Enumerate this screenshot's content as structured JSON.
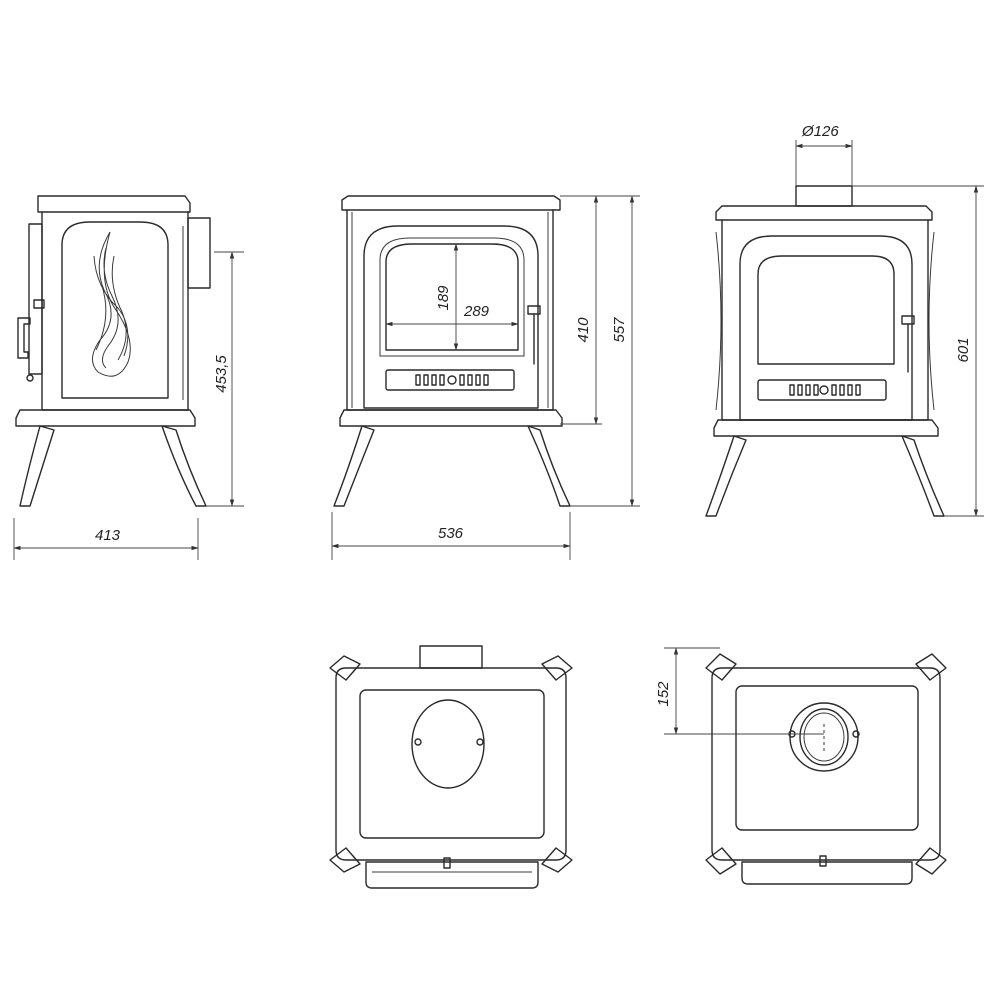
{
  "dimensions": {
    "side_depth": "413",
    "side_height": "453,5",
    "front_width": "536",
    "front_glass_height": "189",
    "front_glass_width": "289",
    "front_body_height": "410",
    "front_total_height": "557",
    "rear_total_height": "601",
    "flue_diameter": "Ø126",
    "top_flue_offset": "152"
  },
  "colors": {
    "line": "#2a2a2a",
    "background": "#ffffff"
  }
}
